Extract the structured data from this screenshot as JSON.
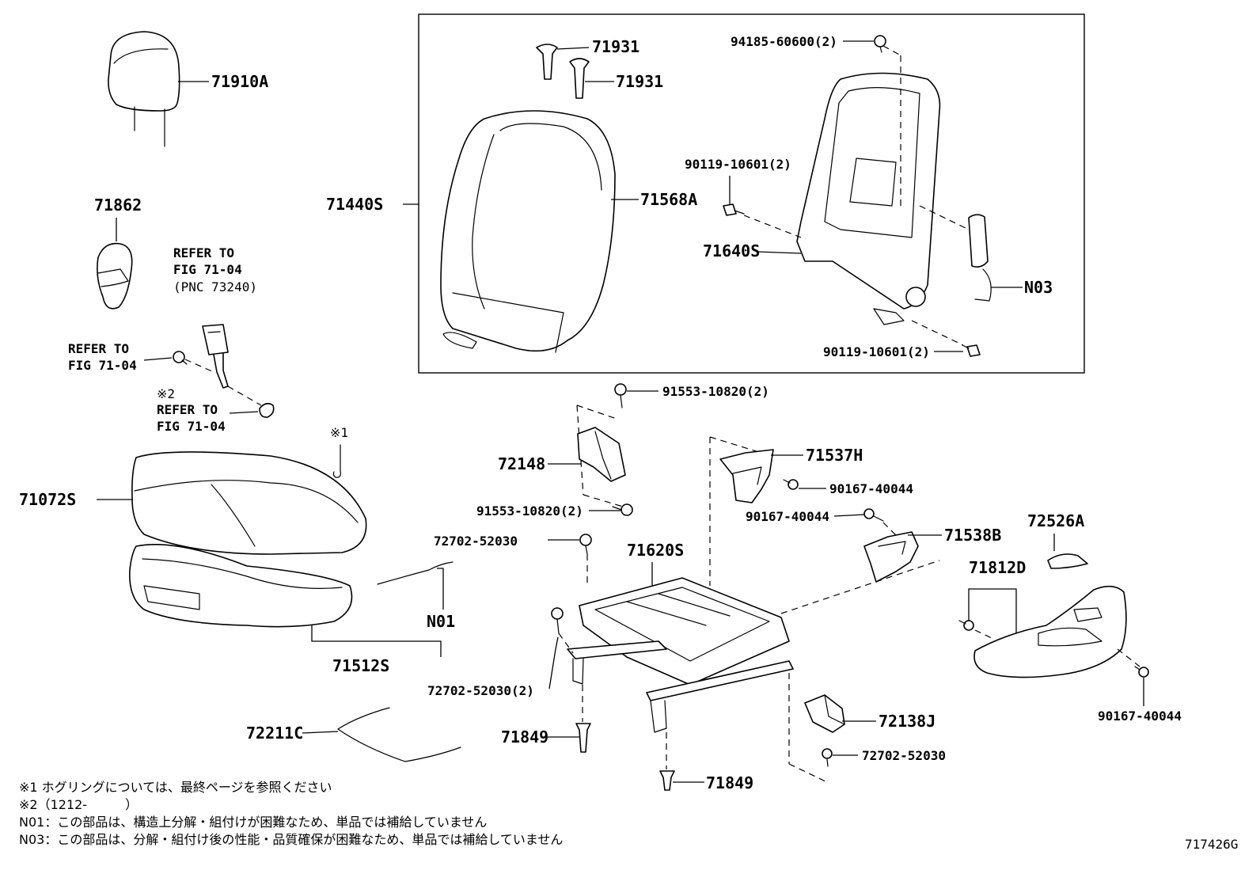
{
  "labels": {
    "p71910A": "71910A",
    "p71862": "71862",
    "refer_to_1a": "REFER TO",
    "refer_to_1b": "FIG 71-04",
    "refer_to_1c": "(PNC 73240)",
    "refer_to_2a": "REFER TO",
    "refer_to_2b": "FIG 71-04",
    "mark2": "※2",
    "refer_to_3a": "REFER TO",
    "refer_to_3b": "FIG 71-04",
    "mark1": "※1",
    "p71072S": "71072S",
    "p71512S": "71512S",
    "n01": "N01",
    "p72211C": "72211C",
    "p71440S": "71440S",
    "p71931a": "71931",
    "p71931b": "71931",
    "p71568A": "71568A",
    "p94185": "94185-60600(2)",
    "p90119a": "90119-10601(2)",
    "p71640S": "71640S",
    "n03": "N03",
    "p90119b": "90119-10601(2)",
    "p91553a": "91553-10820(2)",
    "p72148": "72148",
    "p91553b": "91553-10820(2)",
    "p72702a": "72702-52030",
    "p71620S": "71620S",
    "p72702b": "72702-52030(2)",
    "p71849a": "71849",
    "p71849b": "71849",
    "p71537H": "71537H",
    "p90167a": "90167-40044",
    "p90167b": "90167-40044",
    "p71538B": "71538B",
    "p72526A": "72526A",
    "p71812D": "71812D",
    "p90167c": "90167-40044",
    "p72138J": "72138J",
    "p72702c": "72702-52030"
  },
  "notes": {
    "line1": "※1  ホグリングについては、最終ページを参照ください",
    "line2": "※2（1212-　　　）",
    "line3": "N01：この部品は、構造上分解・組付けが困難なため、単品では補給していません",
    "line4": "N03：この部品は、分解・組付け後の性能・品質確保が困難なため、単品では補給していません"
  },
  "figure_code": "717426G"
}
